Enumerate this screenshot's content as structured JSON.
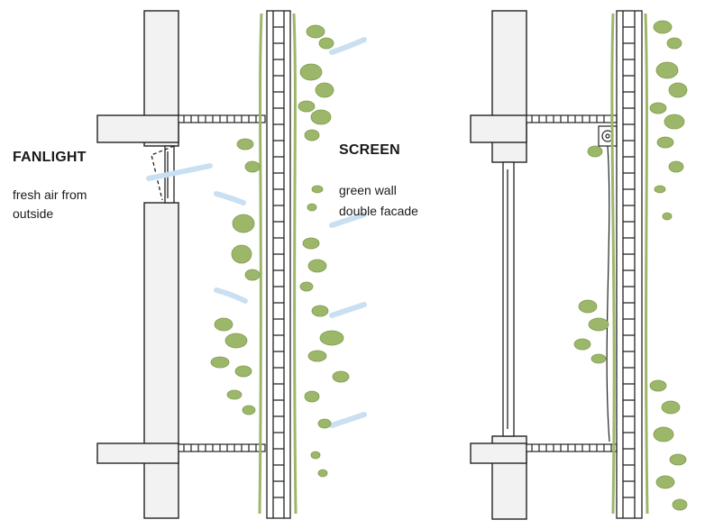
{
  "labels": {
    "fanlight_title": "FANLIGHT",
    "fanlight_desc_line1": "fresh air from",
    "fanlight_desc_line2": "outside",
    "screen_title": "SCREEN",
    "screen_desc_line1": "green wall",
    "screen_desc_line2": "double facade"
  },
  "colors": {
    "wall_line": "#222222",
    "slab_fill": "#f2f2f2",
    "foliage": "#9db76a",
    "foliage_dark": "#7f9c50",
    "airflow": "#c9dff2"
  }
}
